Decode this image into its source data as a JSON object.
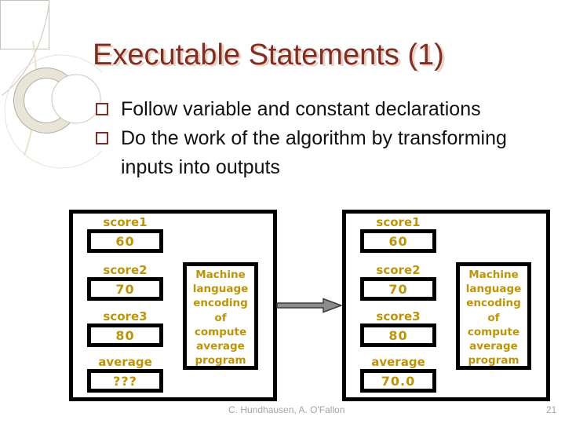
{
  "slide": {
    "title": "Executable Statements (1)",
    "bullets": [
      "Follow variable and constant declarations",
      "Do the work of the algorithm by transforming inputs into outputs"
    ],
    "footer": {
      "credits": "C. Hundhausen, A. O'Fallon",
      "page_number": "21"
    }
  },
  "memory_before": {
    "variables": [
      {
        "name": "score1",
        "value": "60"
      },
      {
        "name": "score2",
        "value": "70"
      },
      {
        "name": "score3",
        "value": "80"
      },
      {
        "name": "average",
        "value": "???"
      }
    ],
    "program_box_lines": [
      "Machine",
      "language",
      "encoding",
      "of",
      "compute",
      "average",
      "program"
    ]
  },
  "memory_after": {
    "variables": [
      {
        "name": "score1",
        "value": "60"
      },
      {
        "name": "score2",
        "value": "70"
      },
      {
        "name": "score3",
        "value": "80"
      },
      {
        "name": "average",
        "value": "70.0"
      }
    ],
    "program_box_lines": [
      "Machine",
      "language",
      "encoding",
      "of",
      "compute",
      "average",
      "program"
    ]
  },
  "icons": {
    "arrow": "right-block-arrow",
    "bullet": "square-outline-bullet"
  },
  "colors": {
    "title_text": "#7e2e25",
    "title_shadow": "#e9cfc0",
    "diagram_gold": "#bd9408",
    "box_border": "#000000",
    "arrow_fill": "#8c8c8c",
    "arrow_outline": "#3c3c3c",
    "footer_gray": "#a3a3a3",
    "decor_beige": "#e8e4d8"
  }
}
